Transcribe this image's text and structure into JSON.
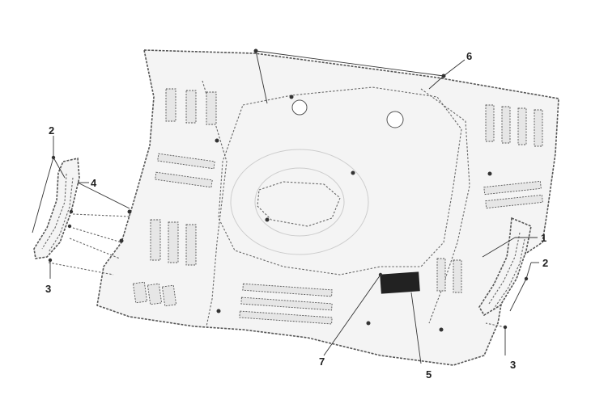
{
  "callouts": {
    "c1": "1",
    "c2_left": "2",
    "c2_right": "2",
    "c3_left": "3",
    "c3_right": "3",
    "c4": "4",
    "c5": "5",
    "c6": "6",
    "c7": "7"
  },
  "colors": {
    "line": "#555555",
    "fill": "#f4f4f4",
    "pad": "#222222"
  }
}
